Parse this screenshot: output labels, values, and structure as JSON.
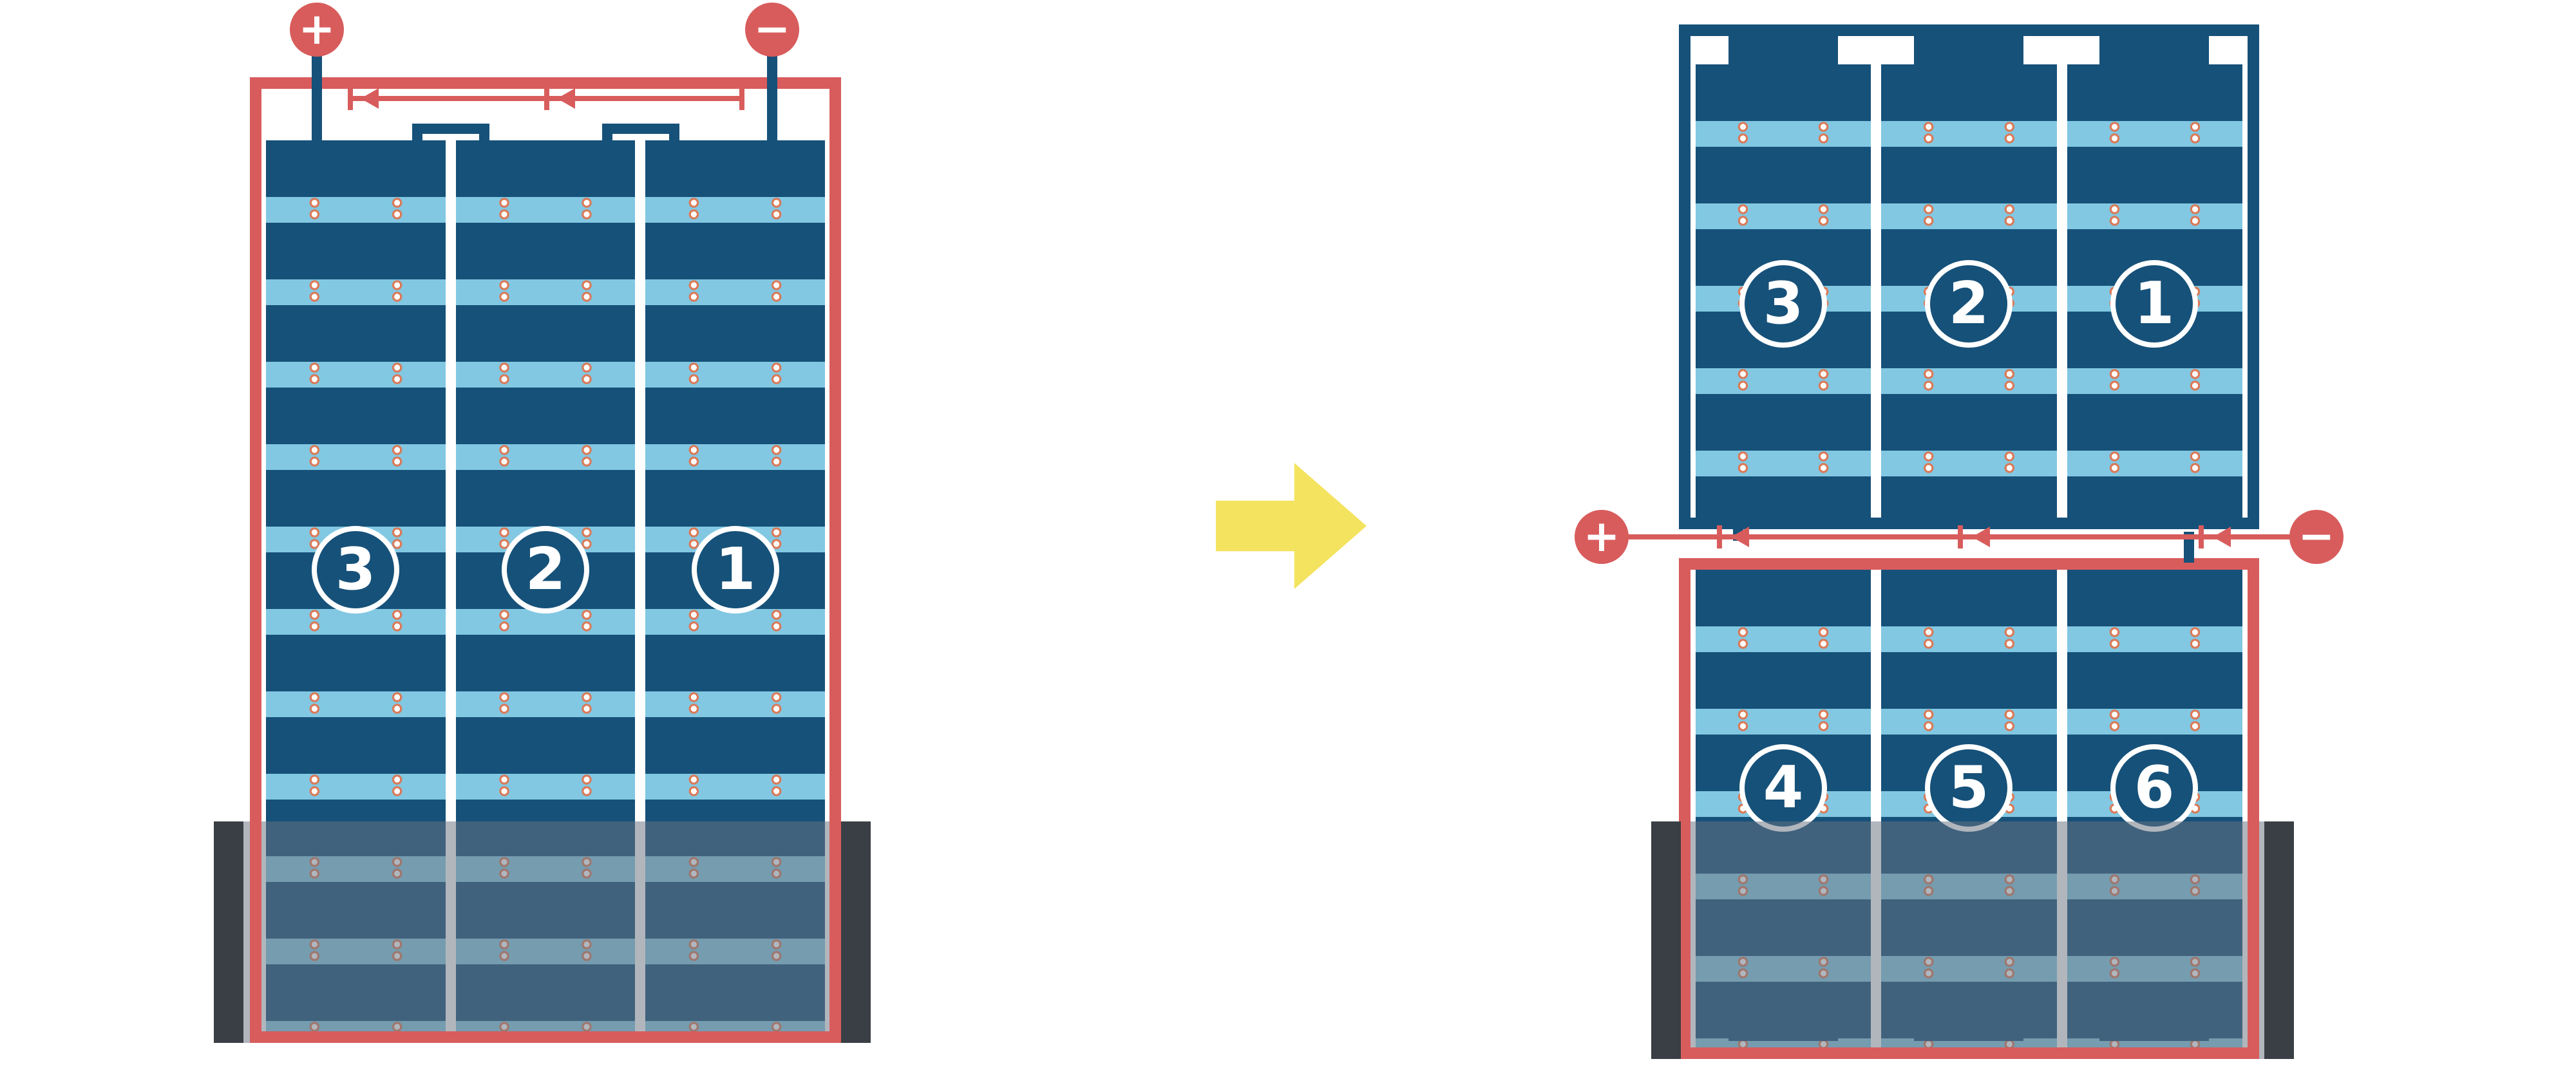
{
  "colors": {
    "red": "#d85c5c",
    "darkblue": "#165179",
    "lightblue": "#82c8e2",
    "yellow": "#f3e35f",
    "dotring": "#d97b5a",
    "shadowbar": "#393f44"
  },
  "left_assembly": {
    "plus_symbol": "+",
    "minus_symbol": "−",
    "cell_labels": [
      "3",
      "2",
      "1"
    ]
  },
  "right_assembly": {
    "plus_symbol": "+",
    "minus_symbol": "−",
    "top_cell_labels": [
      "3",
      "2",
      "1"
    ],
    "bottom_cell_labels": [
      "4",
      "5",
      "6"
    ]
  }
}
